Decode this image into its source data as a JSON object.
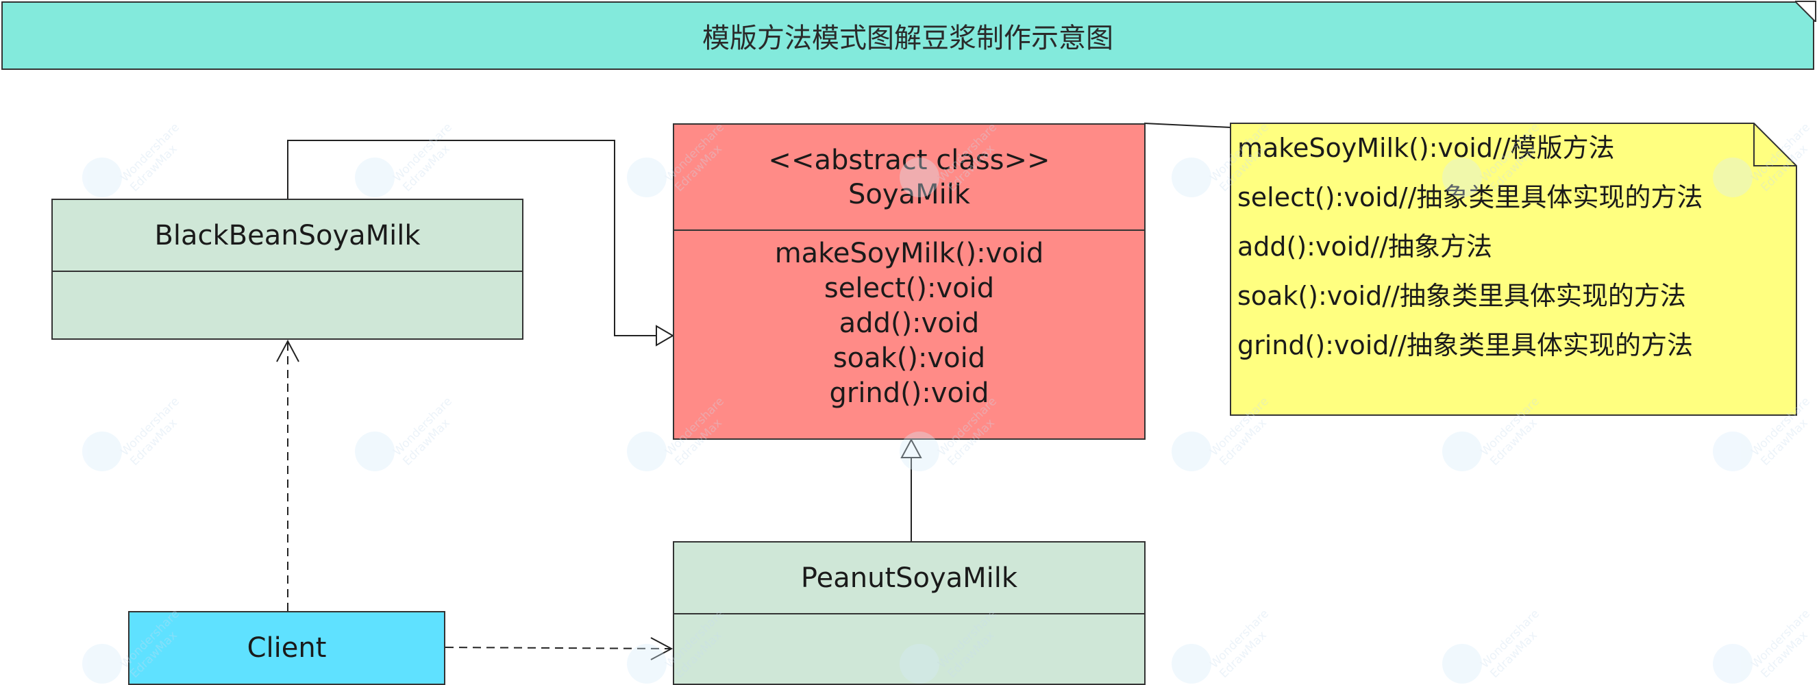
{
  "title": "模版方法模式图解豆浆制作示意图",
  "classes": {
    "blackbean": {
      "name": "BlackBeanSoyaMilk"
    },
    "soyamilk": {
      "stereotype": "<<abstract class>>",
      "name": "SoyaMilk",
      "methods": [
        "makeSoyMilk():void",
        "select():void",
        "add():void",
        "soak():void",
        "grind():void"
      ]
    },
    "peanut": {
      "name": "PeanutSoyaMilk"
    },
    "client": {
      "name": "Client"
    }
  },
  "note": {
    "lines": [
      "makeSoyMilk():void//模版方法",
      "select():void//抽象类里具体实现的方法",
      "add():void//抽象方法",
      "soak():void//抽象类里具体实现的方法",
      "grind():void//抽象类里具体实现的方法"
    ]
  },
  "watermark": {
    "line1": "Wondershare",
    "line2": "EdrawMax"
  },
  "colors": {
    "title_bg": "#83eadc",
    "abstract_class_bg": "#ff8b87",
    "concrete_class_bg": "#cfe7d7",
    "client_bg": "#5fe1ff",
    "note_bg": "#ffff80"
  }
}
